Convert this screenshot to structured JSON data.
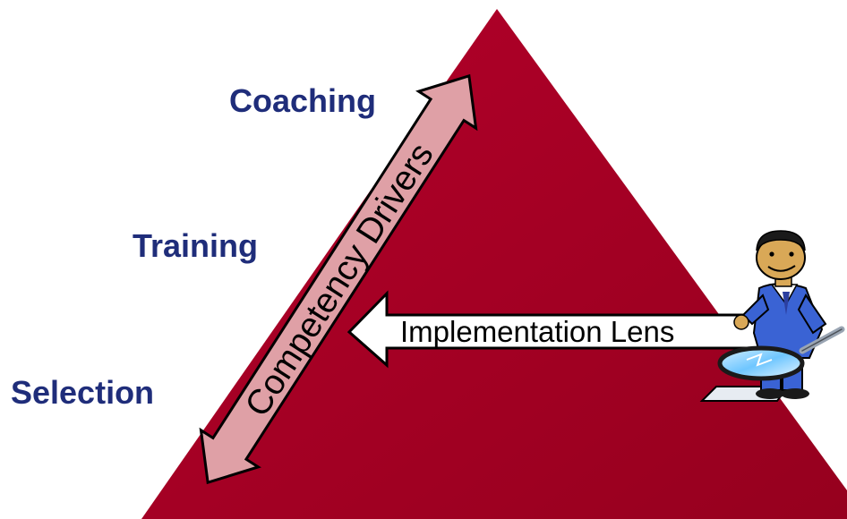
{
  "levels": {
    "coaching": "Coaching",
    "training": "Training",
    "selection": "Selection"
  },
  "drivers_arrow_label": "Competency Drivers",
  "lens_arrow_label": "Implementation Lens",
  "colors": {
    "pyramid_fill": "#a50021",
    "level_text": "#1f2d7a",
    "driver_arrow_fill": "#dfa0a6",
    "lens_arrow_fill": "#ffffff",
    "figure_suit": "#3a63d4"
  },
  "icons": {
    "figure": "person-with-magnifying-glass-icon"
  }
}
